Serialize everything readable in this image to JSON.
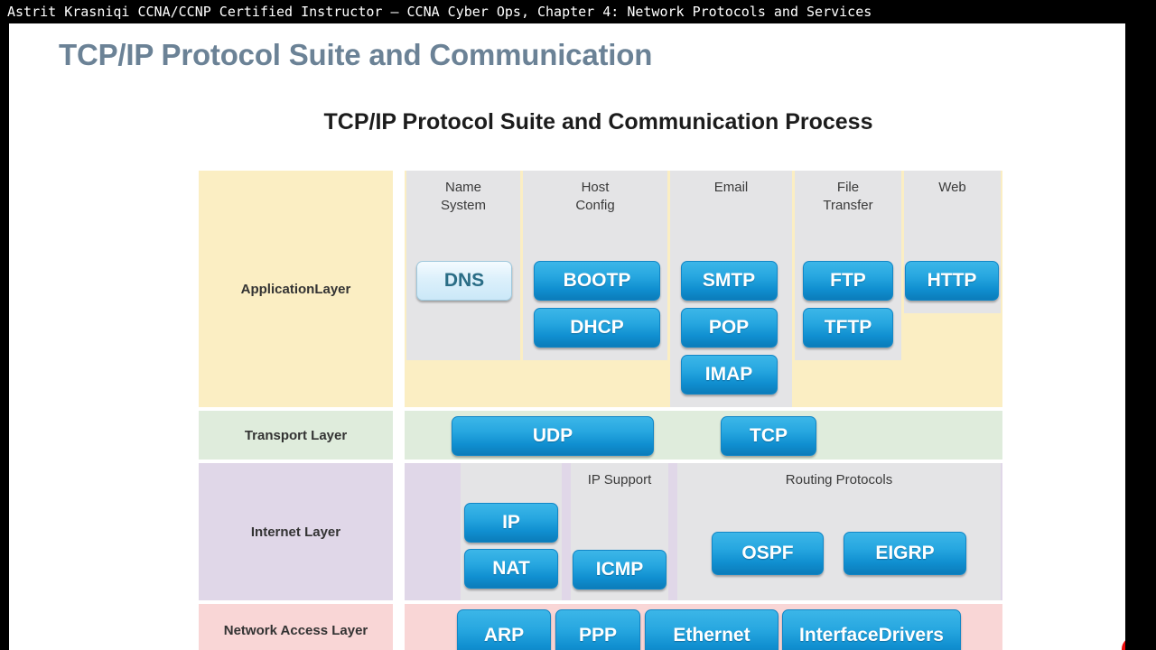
{
  "titlebar": {
    "text": "Astrit Krasniqi CCNA/CCNP Certified Instructor — CCNA Cyber Ops, Chapter 4: Network Protocols and Services"
  },
  "slide": {
    "title": "TCP/IP Protocol Suite and Communication",
    "title_color": "#6b8296"
  },
  "diagram": {
    "title": "TCP/IP Protocol Suite and Communication Process",
    "layers": [
      {
        "id": "application",
        "label": "Application\nLayer",
        "tint": "#fbeec3",
        "groups": [
          {
            "caption": "Name\nSystem",
            "chips": [
              {
                "label": "DNS",
                "style": "pale"
              }
            ]
          },
          {
            "caption": "Host\nConfig",
            "chips": [
              {
                "label": "BOOTP",
                "style": "blue"
              },
              {
                "label": "DHCP",
                "style": "blue"
              }
            ]
          },
          {
            "caption": "Email",
            "chips": [
              {
                "label": "SMTP",
                "style": "blue"
              },
              {
                "label": "POP",
                "style": "blue"
              },
              {
                "label": "IMAP",
                "style": "blue"
              }
            ]
          },
          {
            "caption": "File\nTransfer",
            "chips": [
              {
                "label": "FTP",
                "style": "blue"
              },
              {
                "label": "TFTP",
                "style": "blue"
              }
            ]
          },
          {
            "caption": "Web",
            "chips": [
              {
                "label": "HTTP",
                "style": "blue"
              }
            ]
          }
        ]
      },
      {
        "id": "transport",
        "label": "Transport Layer",
        "tint": "#dfecdc",
        "groups": [
          {
            "caption": "",
            "chips": [
              {
                "label": "UDP",
                "style": "blue"
              },
              {
                "label": "TCP",
                "style": "blue"
              }
            ]
          }
        ]
      },
      {
        "id": "internet",
        "label": "Internet Layer",
        "tint": "#e0d7e8",
        "groups": [
          {
            "caption": "",
            "chips": [
              {
                "label": "IP",
                "style": "blue"
              },
              {
                "label": "NAT",
                "style": "blue"
              }
            ]
          },
          {
            "caption": "IP Support",
            "chips": [
              {
                "label": "ICMP",
                "style": "blue"
              }
            ]
          },
          {
            "caption": "Routing Protocols",
            "chips": [
              {
                "label": "OSPF",
                "style": "blue"
              },
              {
                "label": "EIGRP",
                "style": "blue"
              }
            ]
          }
        ]
      },
      {
        "id": "network-access",
        "label": "Network Access Layer",
        "tint": "#f9d6d6",
        "groups": [
          {
            "caption": "",
            "chips": [
              {
                "label": "ARP",
                "style": "blue"
              },
              {
                "label": "PPP",
                "style": "blue"
              },
              {
                "label": "Ethernet",
                "style": "blue"
              },
              {
                "label": "Interface\nDrivers",
                "style": "blue"
              }
            ]
          }
        ]
      }
    ]
  },
  "overlay": {
    "rec_dot_color": "#ee0b0b",
    "rec_dot_name": "recording-indicator"
  }
}
